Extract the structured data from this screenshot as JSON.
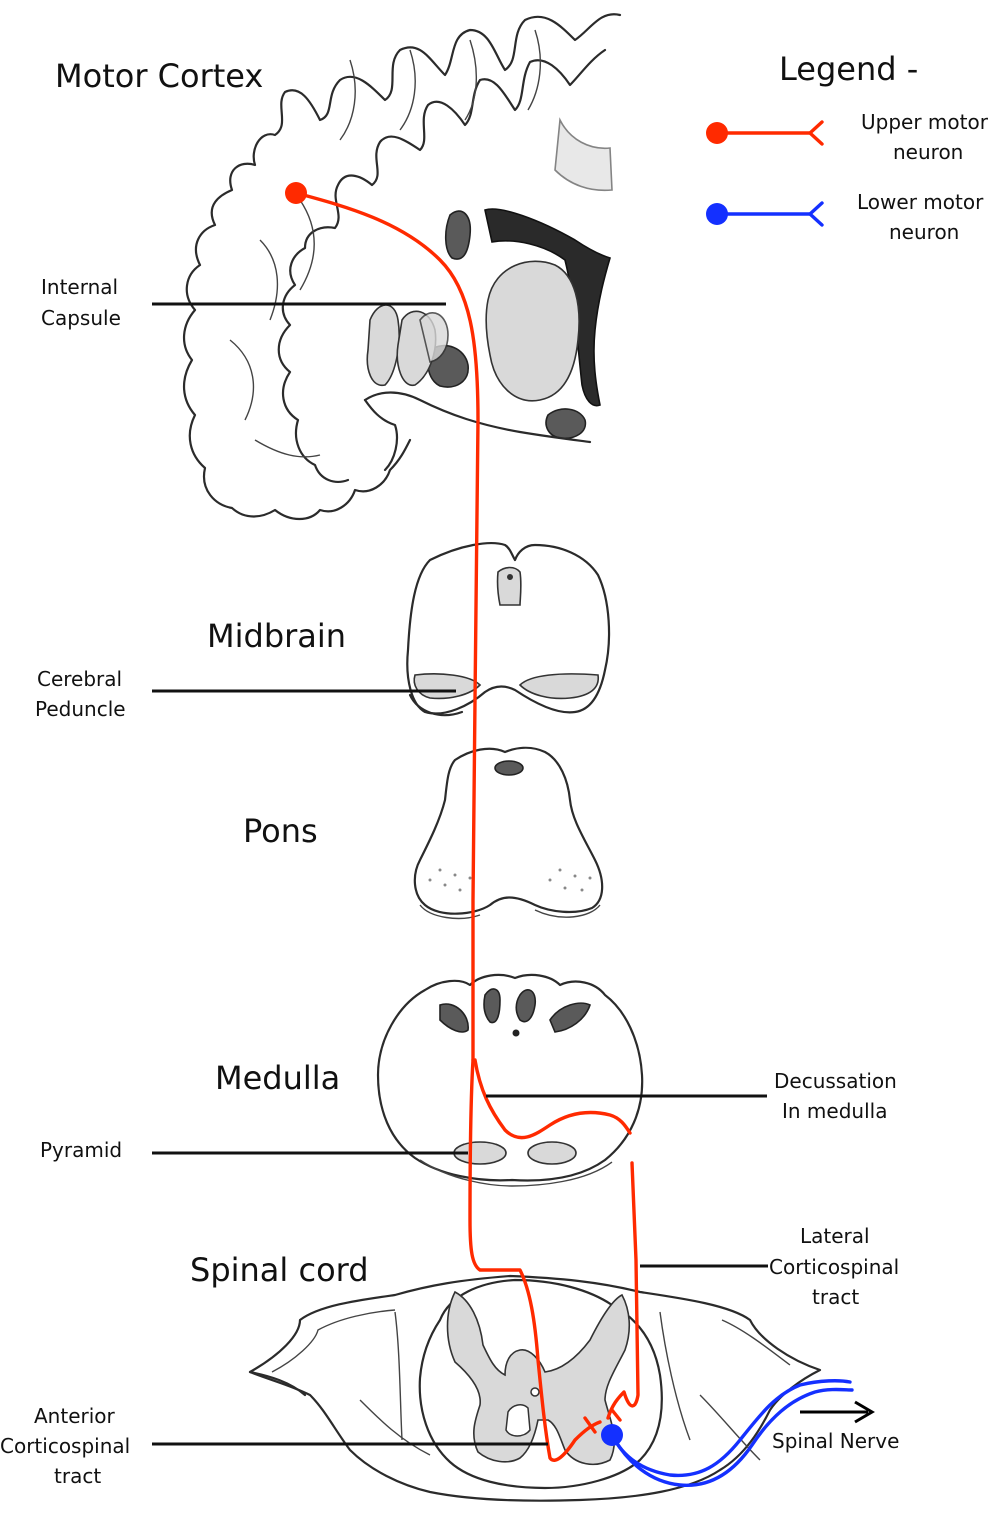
{
  "titles": {
    "motor_cortex": "Motor Cortex",
    "midbrain": "Midbrain",
    "pons": "Pons",
    "medulla": "Medulla",
    "spinal_cord": "Spinal cord"
  },
  "labels": {
    "internal_capsule": [
      "Internal",
      "Capsule"
    ],
    "cerebral_peduncle": [
      "Cerebral",
      "Peduncle"
    ],
    "pyramid": "Pyramid",
    "decussation": [
      "Decussation",
      "In medulla"
    ],
    "lateral_tract": [
      "Lateral",
      "Corticospinal",
      "tract"
    ],
    "anterior_tract": [
      "Anterior",
      "Corticospinal",
      "tract"
    ],
    "spinal_nerve": "Spinal Nerve"
  },
  "legend": {
    "title": "Legend -",
    "upper": [
      "Upper motor",
      "neuron"
    ],
    "lower": [
      "Lower motor",
      "neuron"
    ]
  },
  "colors": {
    "upper_motor_neuron": "#ff2a00",
    "lower_motor_neuron": "#1430ff"
  }
}
